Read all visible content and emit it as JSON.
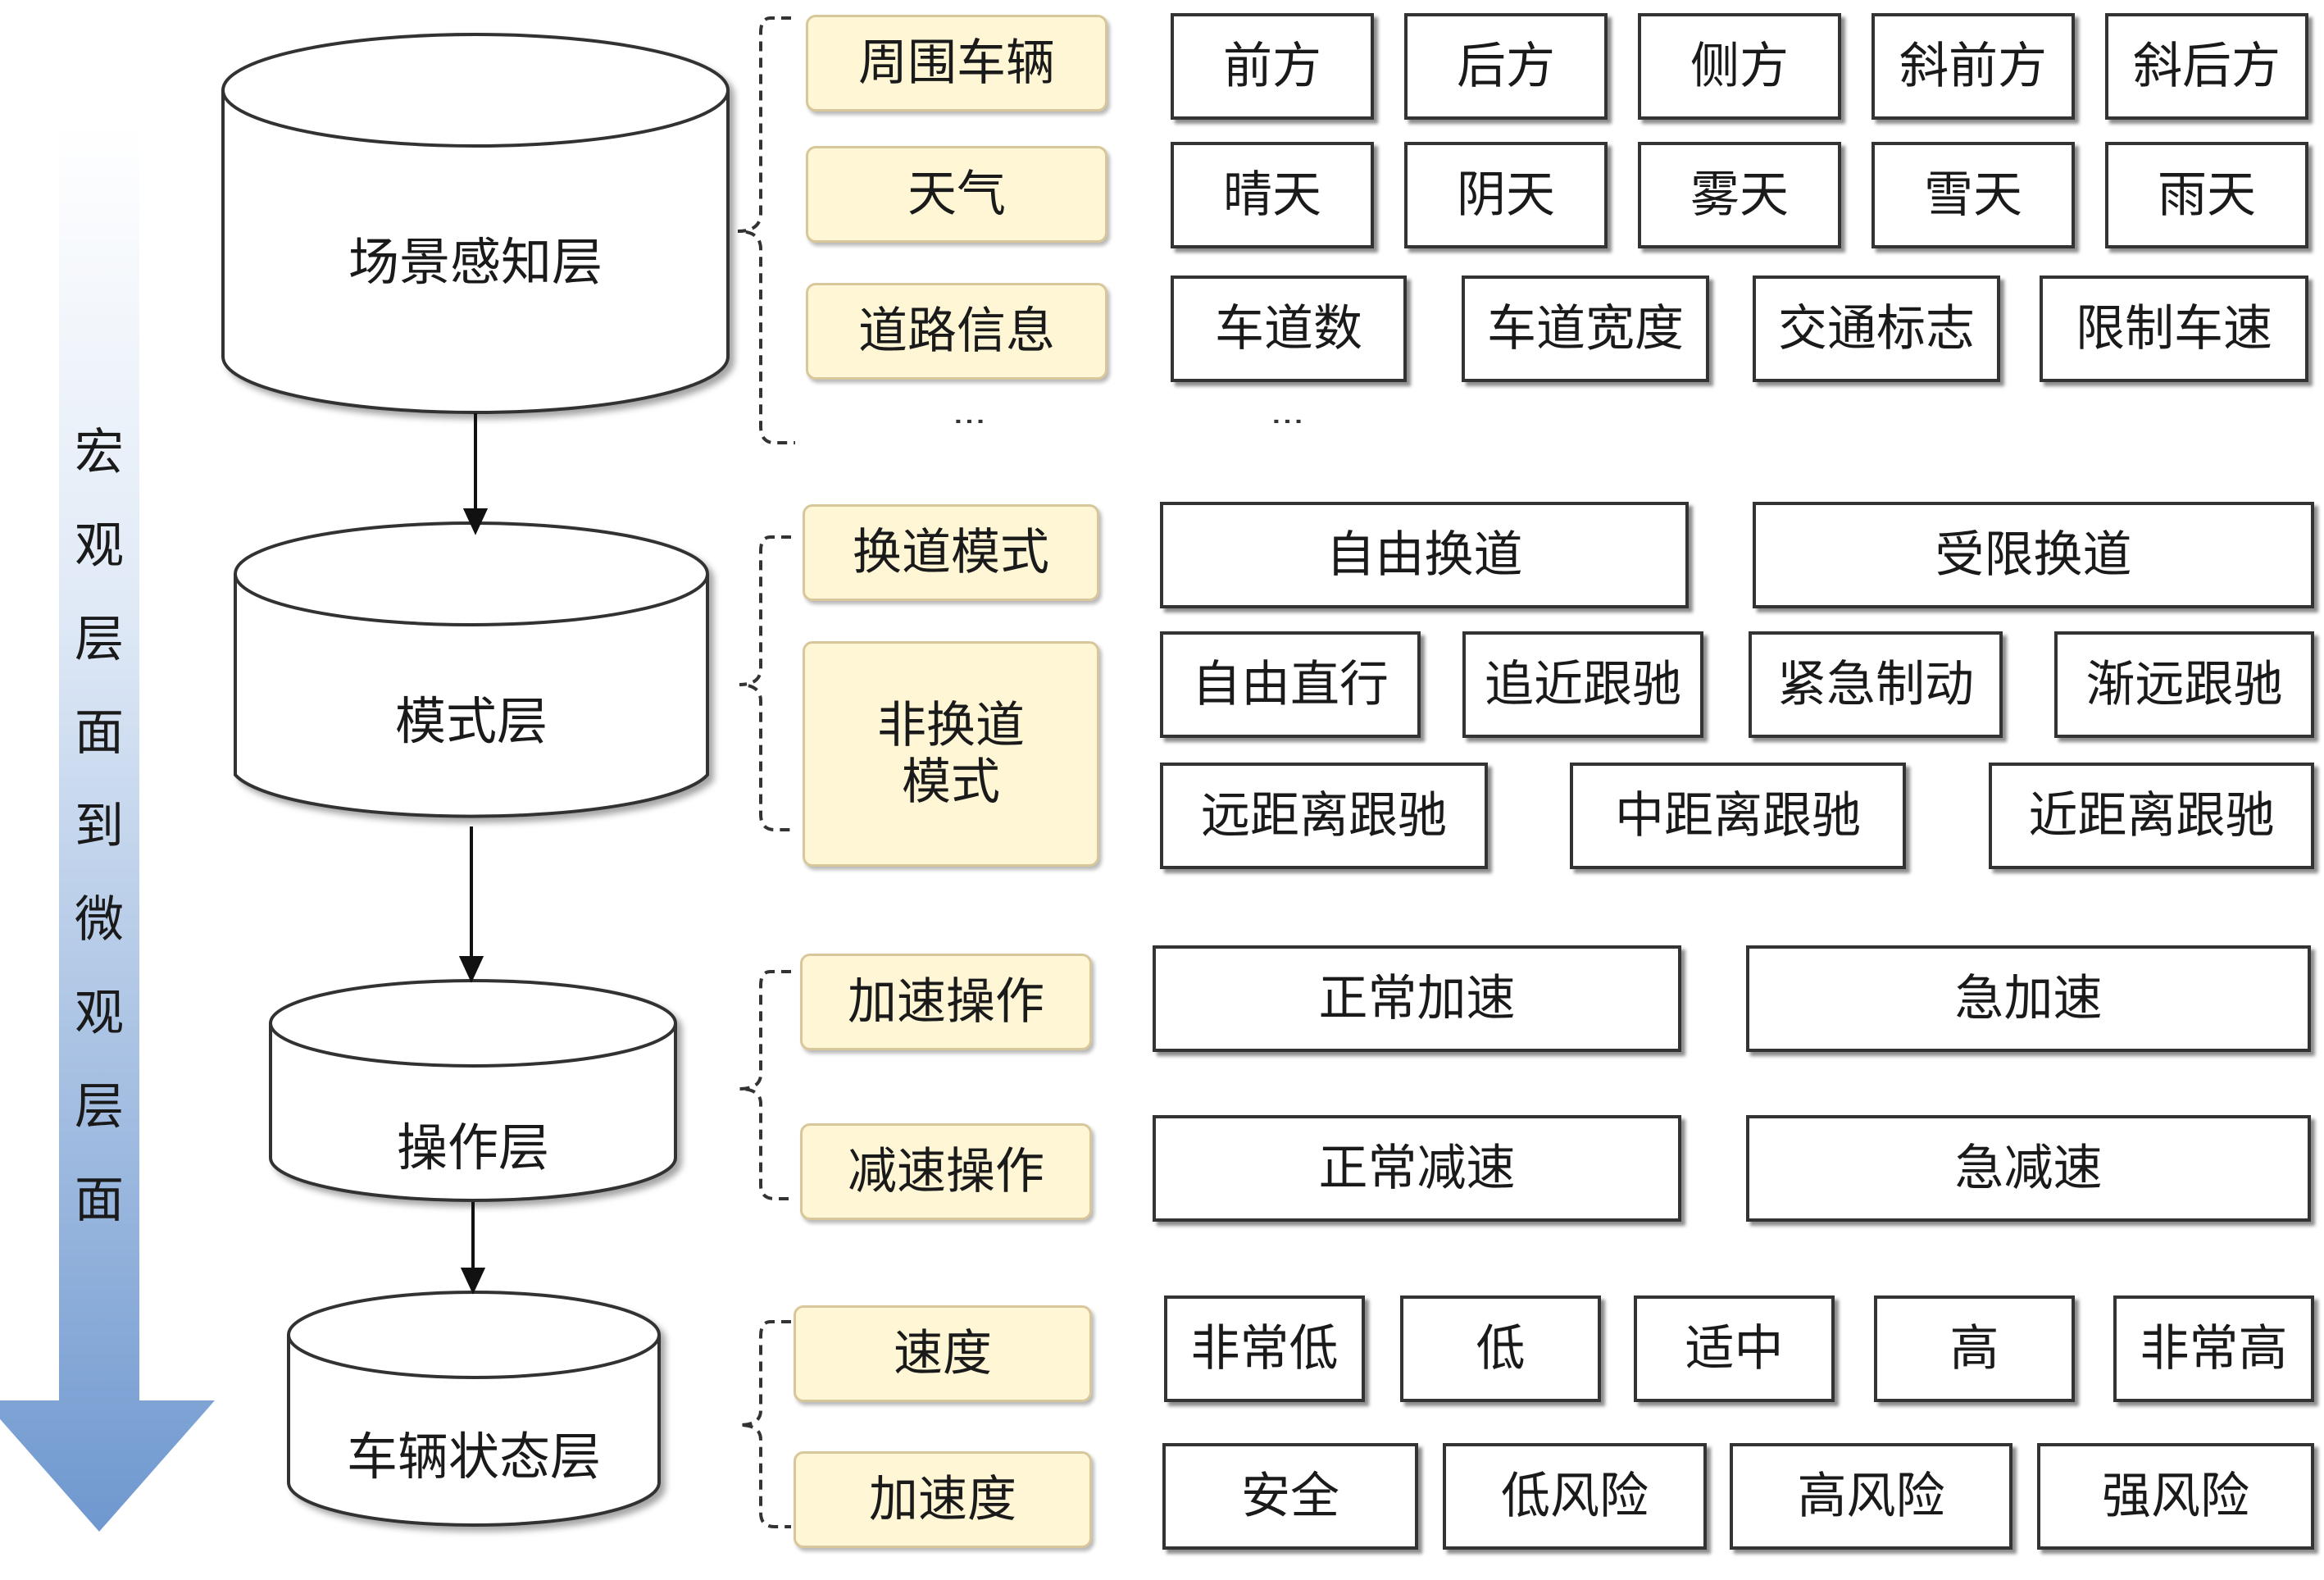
{
  "side_label": [
    "宏",
    "观",
    "层",
    "面",
    "到",
    "微",
    "观",
    "层",
    "面"
  ],
  "layers": [
    {
      "name": "场景感知层"
    },
    {
      "name": "模式层"
    },
    {
      "name": "操作层"
    },
    {
      "name": "车辆状态层"
    }
  ],
  "categories": {
    "surrounding_vehicles": "周围车辆",
    "weather": "天气",
    "road_info": "道路信息",
    "lane_change_mode": "换道模式",
    "non_lane_change_mode": "非换道模式",
    "accel_op": "加速操作",
    "decel_op": "减速操作",
    "speed": "速度",
    "acceleration": "加速度"
  },
  "items": {
    "surrounding_vehicles": [
      "前方",
      "后方",
      "侧方",
      "斜前方",
      "斜后方"
    ],
    "weather": [
      "晴天",
      "阴天",
      "雾天",
      "雪天",
      "雨天"
    ],
    "road_info": [
      "车道数",
      "车道宽度",
      "交通标志",
      "限制车速"
    ],
    "lane_change_mode": [
      "自由换道",
      "受限换道"
    ],
    "non_lane_change_row1": [
      "自由直行",
      "追近跟驰",
      "紧急制动",
      "渐远跟驰"
    ],
    "non_lane_change_row2": [
      "远距离跟驰",
      "中距离跟驰",
      "近距离跟驰"
    ],
    "accel_op": [
      "正常加速",
      "急加速"
    ],
    "decel_op": [
      "正常减速",
      "急减速"
    ],
    "speed": [
      "非常低",
      "低",
      "适中",
      "高",
      "非常高"
    ],
    "acceleration": [
      "安全",
      "低风险",
      "高风险",
      "强风险"
    ]
  },
  "ellipsis": "⋮",
  "colors": {
    "category_fill": "#fff6d6",
    "category_border": "#d8c79a",
    "item_border": "#333333",
    "arrow_top": "#ffffff",
    "arrow_bottom": "#6f98cf"
  }
}
